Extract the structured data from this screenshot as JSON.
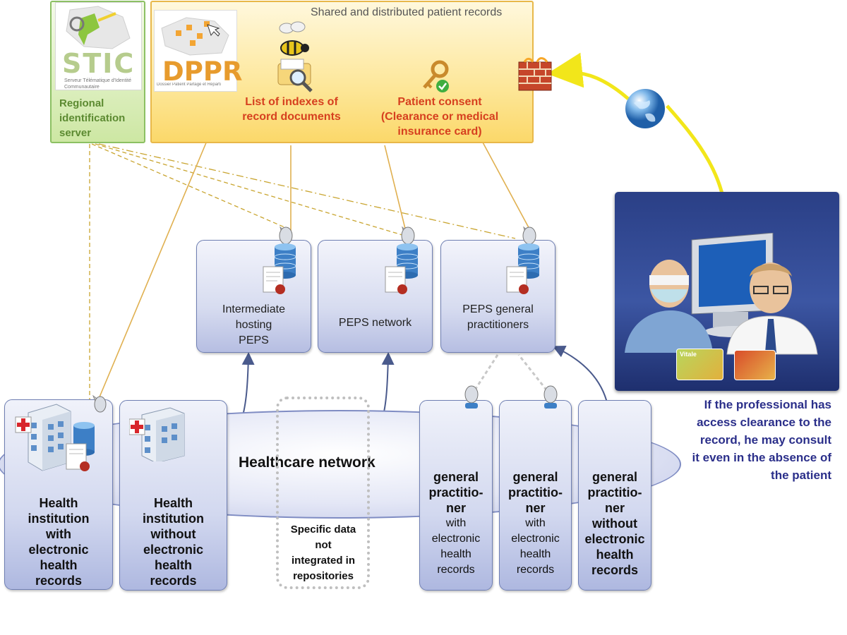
{
  "shared": {
    "title": "Shared and distributed patient records",
    "index_label_1": "List of indexes of",
    "index_label_2": "record documents",
    "consent_label_1": "Patient consent",
    "consent_label_2": "(Clearance or medical",
    "consent_label_3": "insurance card)"
  },
  "stic": {
    "logo_word": "STIC",
    "logo_caption": "Serveur Télématique d'Identité Communautaire",
    "label_1": "Regional",
    "label_2": "identification",
    "label_3": "server"
  },
  "dppr": {
    "logo_word": "DPPR",
    "logo_caption": "Dossier Patient Partagé et Réparti"
  },
  "peps": [
    {
      "line1": "Intermediate",
      "line2": "hosting",
      "line3": "PEPS"
    },
    {
      "line1": "PEPS network"
    },
    {
      "line1": "PEPS general",
      "line2": "practitioners"
    }
  ],
  "network": {
    "label": "Healthcare network"
  },
  "institutions": [
    {
      "lines": [
        "Health",
        "institution",
        "with",
        "electronic",
        "health",
        "records"
      ]
    },
    {
      "lines": [
        "Health",
        "institution",
        "without",
        "electronic",
        "health",
        "records"
      ]
    }
  ],
  "specific": {
    "lines": [
      "Specific data",
      "not",
      "integrated in",
      "repositories"
    ]
  },
  "gps": [
    {
      "lines": [
        "general",
        "practitio-",
        "ner",
        "with",
        "electronic",
        "health",
        "records"
      ]
    },
    {
      "lines": [
        "general",
        "practitio-",
        "ner",
        "with",
        "electronic",
        "health",
        "records"
      ]
    },
    {
      "lines": [
        "general",
        "practitio-",
        "ner",
        "without",
        "electronic",
        "health",
        "records"
      ]
    }
  ],
  "doctor": {
    "note": [
      "If the professional has",
      "access clearance to the",
      "record, he may consult",
      "it even in the absence of",
      "the patient"
    ],
    "card_label": "Vitale"
  },
  "icons": [
    "server-db-icon",
    "certificate-icon",
    "key-check-icon",
    "firewall-icon",
    "globe-icon",
    "search-folder-icon",
    "bee-icon",
    "hospital-icon",
    "satellite-dish-icon",
    "doctor-icon",
    "nurse-icon",
    "monitor-icon",
    "vitale-card-icon",
    "professional-card-icon"
  ],
  "colors": {
    "yellow_panel": "#fde79a",
    "green_panel": "#cde7a3",
    "label_red": "#d6401f",
    "note_blue": "#2b2f8a",
    "link_yellow": "#f5ee1e",
    "link_orange": "#e0b050",
    "dark_blue_panel": "#2e4594"
  }
}
